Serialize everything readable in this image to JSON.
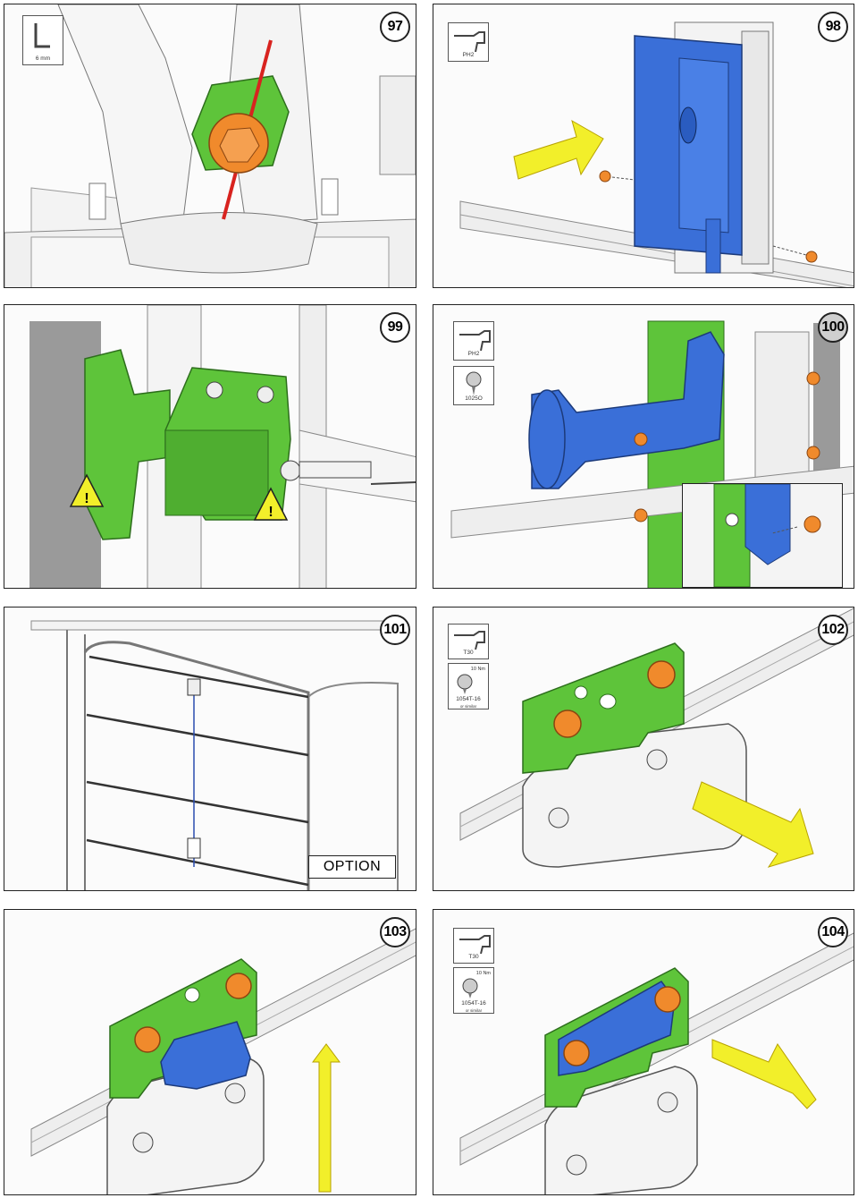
{
  "panels": [
    {
      "step": "97",
      "tools": [
        {
          "label": "6 mm"
        }
      ]
    },
    {
      "step": "98",
      "tools": [
        {
          "label": "PH2"
        }
      ]
    },
    {
      "step": "99",
      "tools": []
    },
    {
      "step": "100",
      "tools": [
        {
          "label": "PH2"
        },
        {
          "label": "1025O"
        }
      ]
    },
    {
      "step": "101",
      "tools": [],
      "option": "OPTION"
    },
    {
      "step": "102",
      "tools": [
        {
          "label": "T30"
        },
        {
          "label": "1054T-16",
          "torque": "10 Nm",
          "note": "or similar"
        }
      ]
    },
    {
      "step": "103",
      "tools": []
    },
    {
      "step": "104",
      "tools": [
        {
          "label": "T30"
        },
        {
          "label": "1054T-16",
          "torque": "10 Nm",
          "note": "or similar"
        }
      ]
    }
  ],
  "colors": {
    "green": "#5ec43a",
    "blue": "#3a6fd8",
    "orange": "#f08a2c",
    "yellow": "#f2ef2a",
    "red": "#d8231f"
  }
}
